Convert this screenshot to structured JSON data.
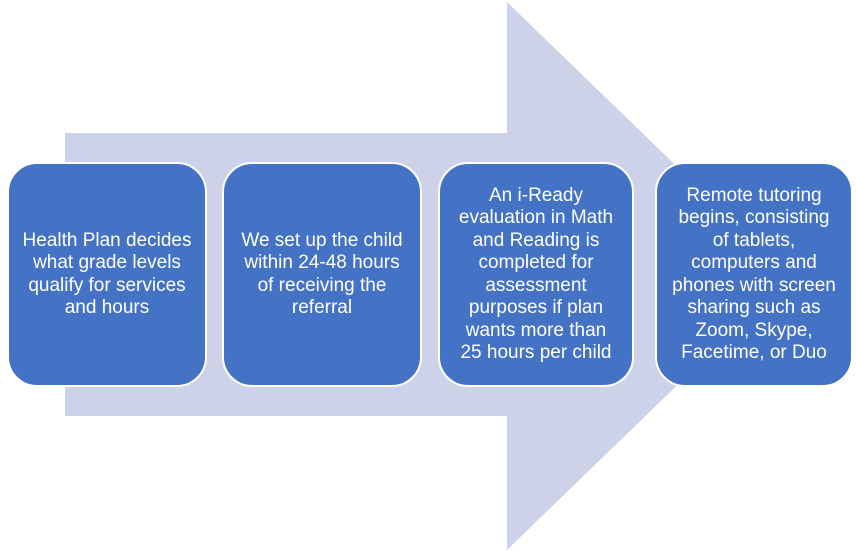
{
  "diagram": {
    "type": "process-flow-arrow",
    "direction": "right",
    "colors": {
      "arrow_fill": "#CDD2E8",
      "box_fill": "#4472C4",
      "box_border": "#FFFFFF",
      "box_text": "#FFFFFF"
    },
    "steps": [
      {
        "text": "Health Plan decides\nwhat grade levels\nqualify for services\nand hours"
      },
      {
        "text": "We set up the child\nwithin 24-48 hours\nof receiving the\nreferral"
      },
      {
        "text": "An i-Ready\nevaluation in Math\nand Reading is\ncompleted for\nassessment\npurposes if plan\nwants more than\n25 hours per child"
      },
      {
        "text": "Remote tutoring\nbegins, consisting\nof tablets,\ncomputers and\nphones with screen\nsharing such as\nZoom, Skype,\nFacetime, or Duo"
      }
    ]
  }
}
